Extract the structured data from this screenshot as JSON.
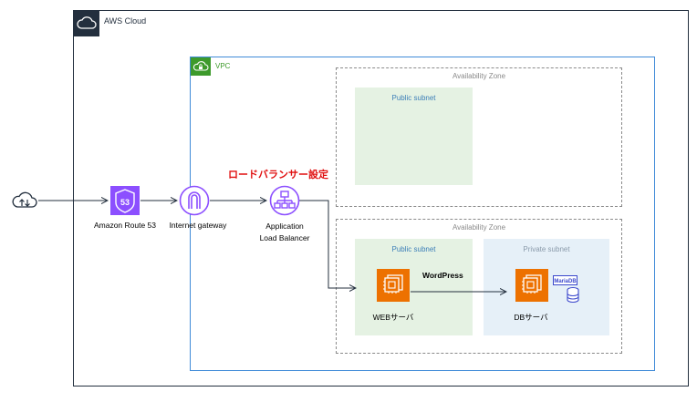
{
  "cloud": {
    "label": "AWS Cloud"
  },
  "vpc": {
    "label": "VPC"
  },
  "availability_zones": [
    {
      "label": "Availability Zone"
    },
    {
      "label": "Availability Zone"
    }
  ],
  "subnets": {
    "public_1": "Public subnet",
    "public_2": "Public subnet",
    "private_2": "Private subnet"
  },
  "nodes": {
    "route53": {
      "label": "Amazon Route 53",
      "badge": "53"
    },
    "igw": {
      "label": "Internet gateway"
    },
    "alb": {
      "label_line1": "Application",
      "label_line2": "Load Balancer"
    },
    "web": {
      "label": "WEBサーバ"
    },
    "db": {
      "label": "DBサーバ",
      "badge": "MariaDB"
    }
  },
  "annotations": {
    "lb_setting": "ロードバランサー設定",
    "wordpress": "WordPress"
  },
  "colors": {
    "cloud_border": "#232f3e",
    "vpc_border": "#3f8ad8",
    "vpc_badge": "#3d9a2b",
    "route53": "#8c4fff",
    "network": "#8c4fff",
    "ec2": "#ed7100",
    "database": "#3b48cc",
    "public_subnet": "#e5f2e3",
    "private_subnet": "#e6f0f8",
    "highlight_text": "#e01010"
  }
}
